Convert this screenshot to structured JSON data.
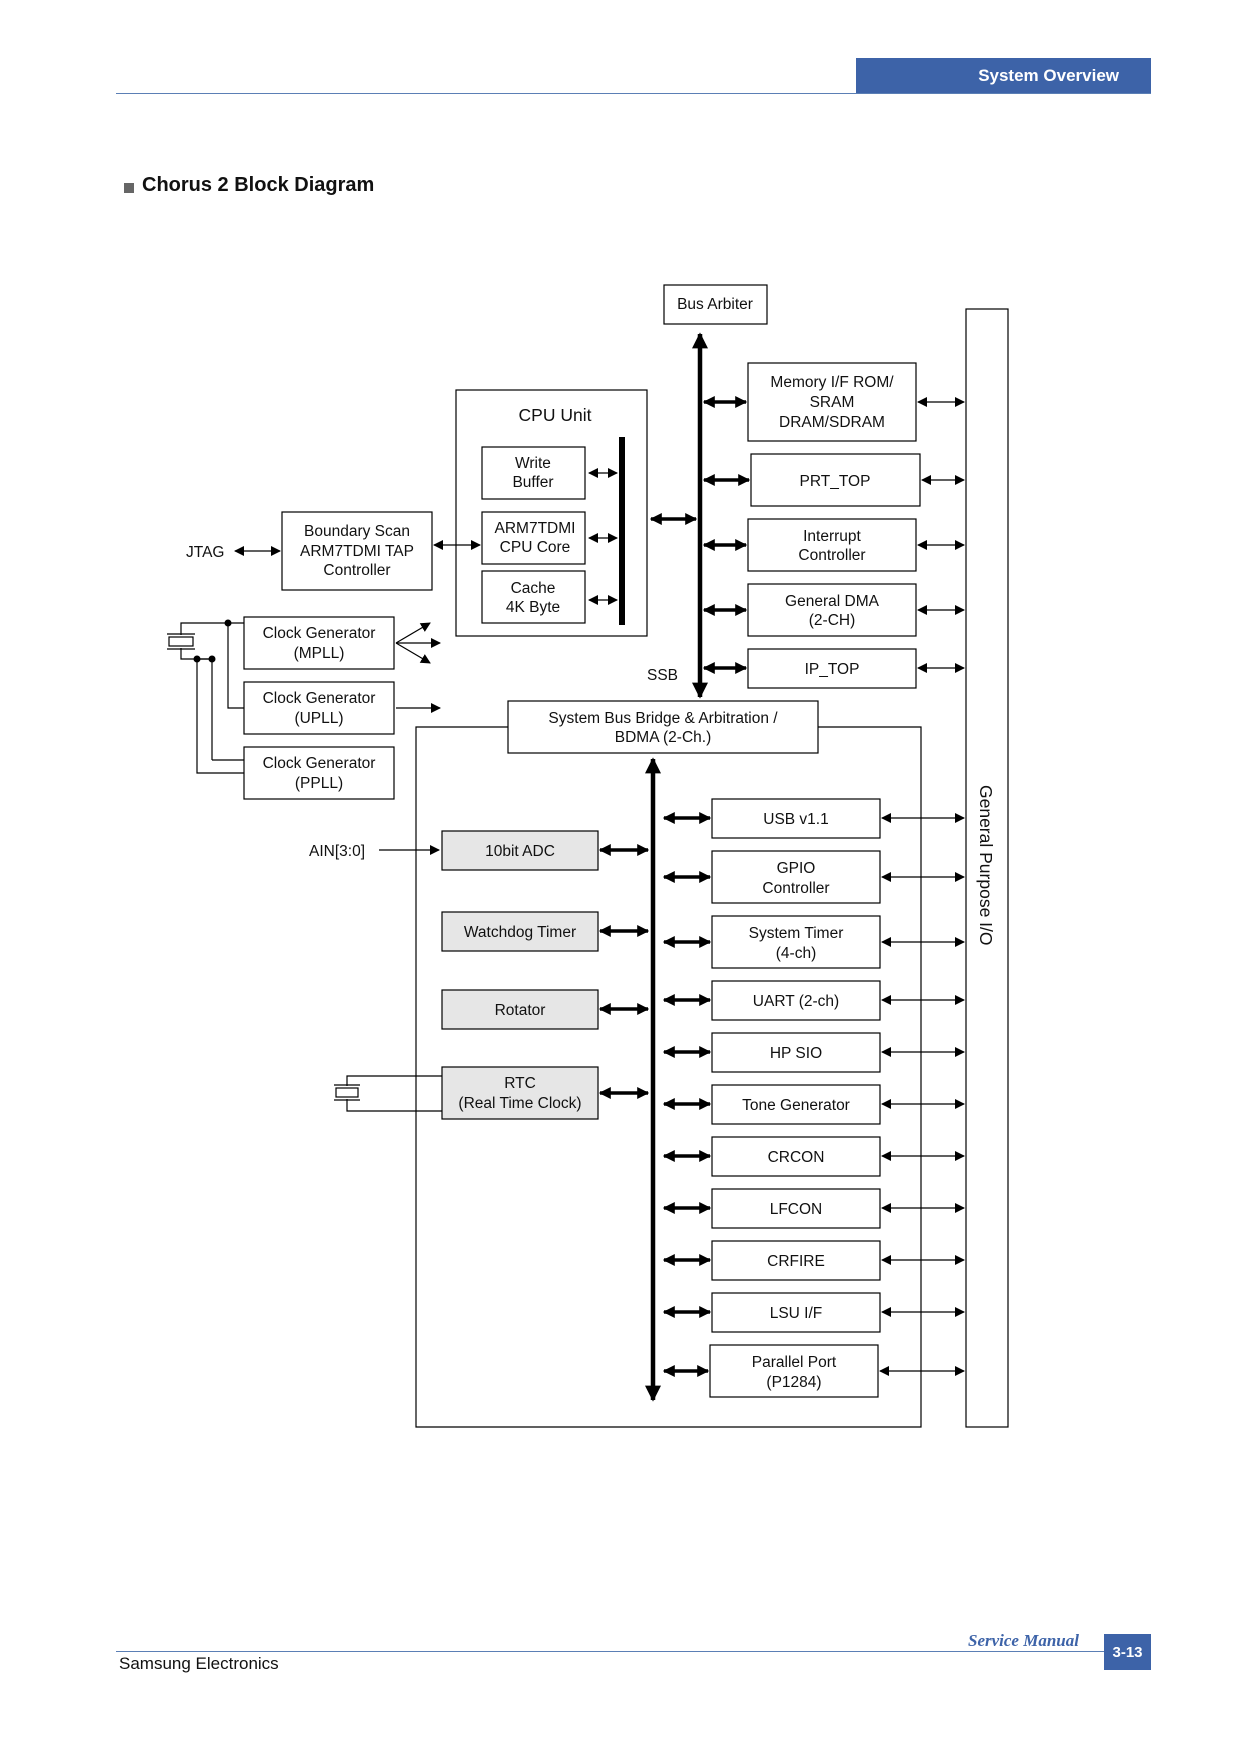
{
  "header": {
    "section": "System Overview"
  },
  "title": "Chorus 2 Block Diagram",
  "footer": {
    "company": "Samsung Electronics",
    "manual": "Service Manual",
    "page": "3-13"
  },
  "diagram": {
    "bus_arbiter": "Bus Arbiter",
    "memory_if": [
      "Memory I/F ROM/",
      "SRAM",
      "DRAM/SDRAM"
    ],
    "prt_top": "PRT_TOP",
    "interrupt": [
      "Interrupt",
      "Controller"
    ],
    "general_dma": [
      "General DMA",
      "(2-CH)"
    ],
    "ip_top": "IP_TOP",
    "cpu_unit": "CPU Unit",
    "write_buffer": [
      "Write",
      "Buffer"
    ],
    "arm_core": [
      "ARM7TDMI",
      "CPU Core"
    ],
    "cache": [
      "Cache",
      "4K Byte"
    ],
    "boundary_scan": [
      "Boundary Scan",
      "ARM7TDMI TAP",
      "Controller"
    ],
    "jtag": "JTAG",
    "clk_mpll": [
      "Clock Generator",
      "(MPLL)"
    ],
    "clk_upll": [
      "Clock Generator",
      "(UPLL)"
    ],
    "clk_ppll": [
      "Clock Generator",
      "(PPLL)"
    ],
    "ssb": "SSB",
    "bus_bridge": [
      "System Bus Bridge & Arbitration /",
      "BDMA (2-Ch.)"
    ],
    "ain": "AIN[3:0]",
    "adc": "10bit ADC",
    "watchdog": "Watchdog Timer",
    "rotator": "Rotator",
    "rtc": [
      "RTC",
      "(Real Time Clock)"
    ],
    "usb": "USB v1.1",
    "gpio": [
      "GPIO",
      "Controller"
    ],
    "sys_timer": [
      "System Timer",
      "(4-ch)"
    ],
    "uart": "UART (2-ch)",
    "hp_sio": "HP SIO",
    "tone_gen": "Tone Generator",
    "crcon": "CRCON",
    "lfcon": "LFCON",
    "crfire": "CRFIRE",
    "lsu": "LSU I/F",
    "parallel": [
      "Parallel Port",
      "(P1284)"
    ],
    "gpio_bar": "General Purpose I/O"
  }
}
